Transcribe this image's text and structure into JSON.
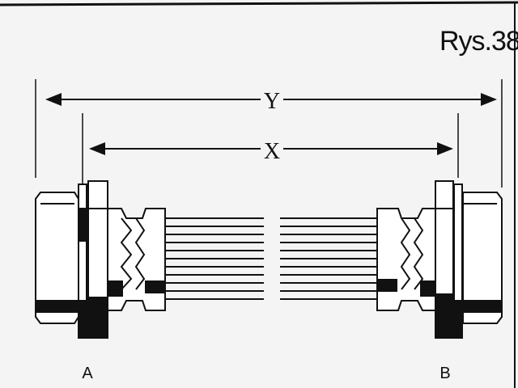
{
  "figure": {
    "title": "Rys.38"
  },
  "dimensions": {
    "overall_label": "Y",
    "hose_label": "X"
  },
  "ends": {
    "left_label": "A",
    "right_label": "B"
  },
  "colors": {
    "ink": "#111111",
    "paper": "#f4f4f4"
  }
}
